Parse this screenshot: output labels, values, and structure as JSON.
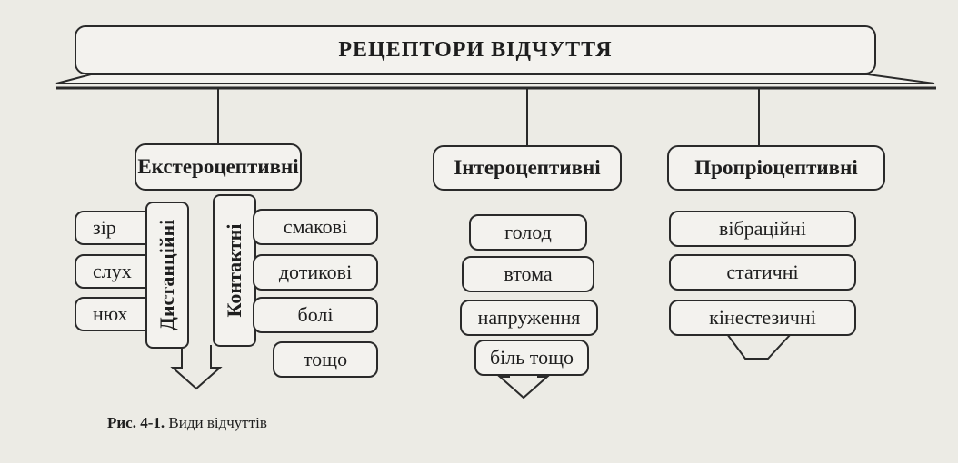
{
  "diagram": {
    "title": "РЕЦЕПТОРИ ВІДЧУТТЯ",
    "categories": [
      {
        "label": "Екстероцептивні",
        "groups": [
          {
            "label": "Дистанційні",
            "items": [
              "зір",
              "слух",
              "нюх"
            ]
          },
          {
            "label": "Контактні",
            "items": [
              "смакові",
              "дотикові",
              "болі",
              "тощо"
            ]
          }
        ]
      },
      {
        "label": "Інтероцептивні",
        "items": [
          "голод",
          "втома",
          "напруження",
          "біль тощо"
        ]
      },
      {
        "label": "Пропріоцептивні",
        "items": [
          "вібраційні",
          "статичні",
          "кінестезичні"
        ]
      }
    ],
    "caption": {
      "label": "Рис. 4-1.",
      "text": "Види відчуттів"
    }
  }
}
